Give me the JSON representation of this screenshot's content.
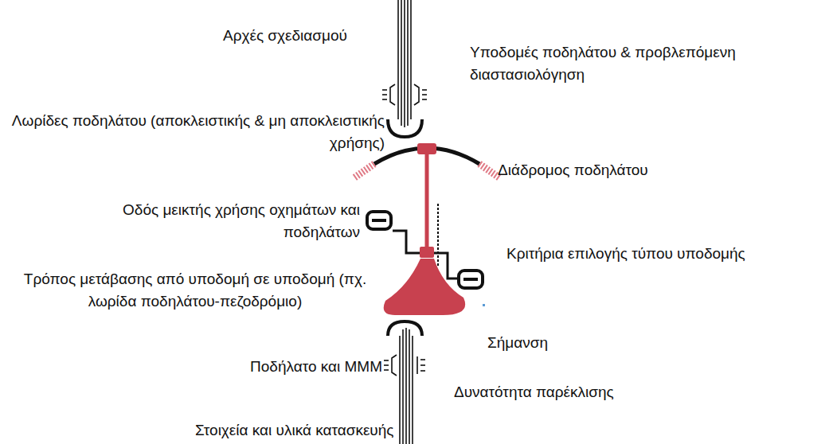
{
  "diagram": {
    "labels": [
      "Αρχές σχεδιασμού",
      "Υποδομές ποδηλάτου & προβλεπόμενη διαστασιολόγηση",
      "Λωρίδες ποδηλάτου (αποκλειστικής & μη αποκλειστικής χρήσης)",
      "Διάδρομος ποδηλάτου",
      "Οδός μεικτής χρήσης οχημάτων και ποδηλάτων",
      "Κριτήρια επιλογής τύπου υποδομής",
      "Τρόπος μετάβασης από υποδομή σε υποδομή (πχ. λωρίδα ποδηλάτου-πεζοδρόμιο)",
      "Σήμανση",
      "Ποδήλατο και ΜΜΜ",
      "Δυνατότητα παρέκλισης",
      "Στοιχεία και υλικά κατασκευής"
    ]
  }
}
